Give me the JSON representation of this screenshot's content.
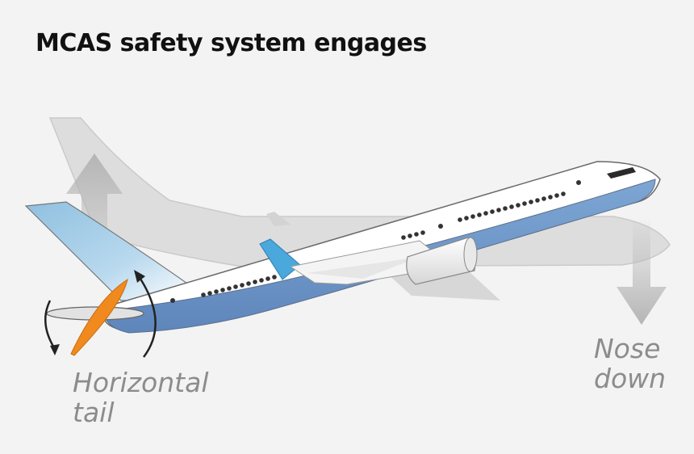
{
  "title": "MCAS safety system engages",
  "labels": {
    "tail_line1": "Horizontal",
    "tail_line2": "tail",
    "nose_line1": "Nose",
    "nose_line2": "down"
  },
  "colors": {
    "background": "#f3f3f3",
    "ghost_plane": "#d9d9d9",
    "arrow_gray": "#b8b8b8",
    "fuselage_white": "#ffffff",
    "fuselage_blue": "#6f97c8",
    "tail_blue": "#7ab3d8",
    "winglet_blue": "#4aa8dc",
    "stabilizer_orange": "#f08a1e",
    "label_gray": "#8c8c8c"
  },
  "icons": [
    "up-arrow",
    "down-arrow",
    "rotation-arrow-ccw",
    "rotation-arrow-cw"
  ]
}
